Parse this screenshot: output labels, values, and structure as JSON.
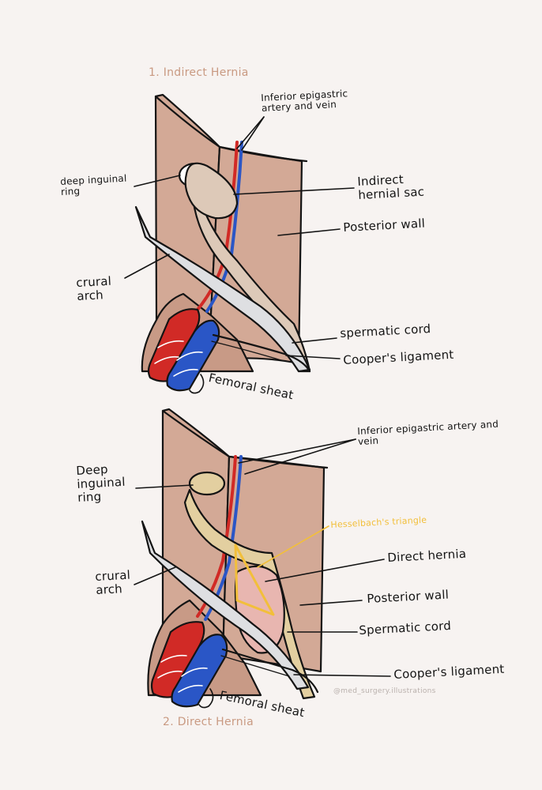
{
  "diagram1": {
    "title": "1. Indirect Hernia",
    "labels": {
      "epigastric": "Inferior epigastric artery and vein",
      "deep_ring": "deep inguinal ring",
      "sac": "Indirect hernial sac",
      "posterior_wall": "Posterior wall",
      "crural_arch": "crural arch",
      "spermatic_cord": "spermatic cord",
      "coopers": "Cooper's ligament",
      "femoral_sheat": "Femoral sheat"
    }
  },
  "diagram2": {
    "title": "2. Direct Hernia",
    "labels": {
      "epigastric": "Inferior epigastric artery and vein",
      "deep_ring": "Deep inguinal ring",
      "hesselbach": "Hesselbach's triangle",
      "direct_hernia": "Direct hernia",
      "crural_arch": "crural arch",
      "posterior_wall": "Posterior wall",
      "spermatic_cord": "Spermatic cord",
      "coopers": "Cooper's ligament",
      "femoral_sheat": "Femoral sheat"
    }
  },
  "credit": "@med_surgery.illustrations",
  "colors": {
    "wall": "#d3a996",
    "artery": "#d12a26",
    "vein": "#2a56c6",
    "sac": "#ddc9b8",
    "cord": "#e3cfa0",
    "direct_hernia": "#e8b6b0",
    "hesselbach": "#f2bf3a",
    "ligament": "#dedfe2",
    "ink": "#141414"
  }
}
